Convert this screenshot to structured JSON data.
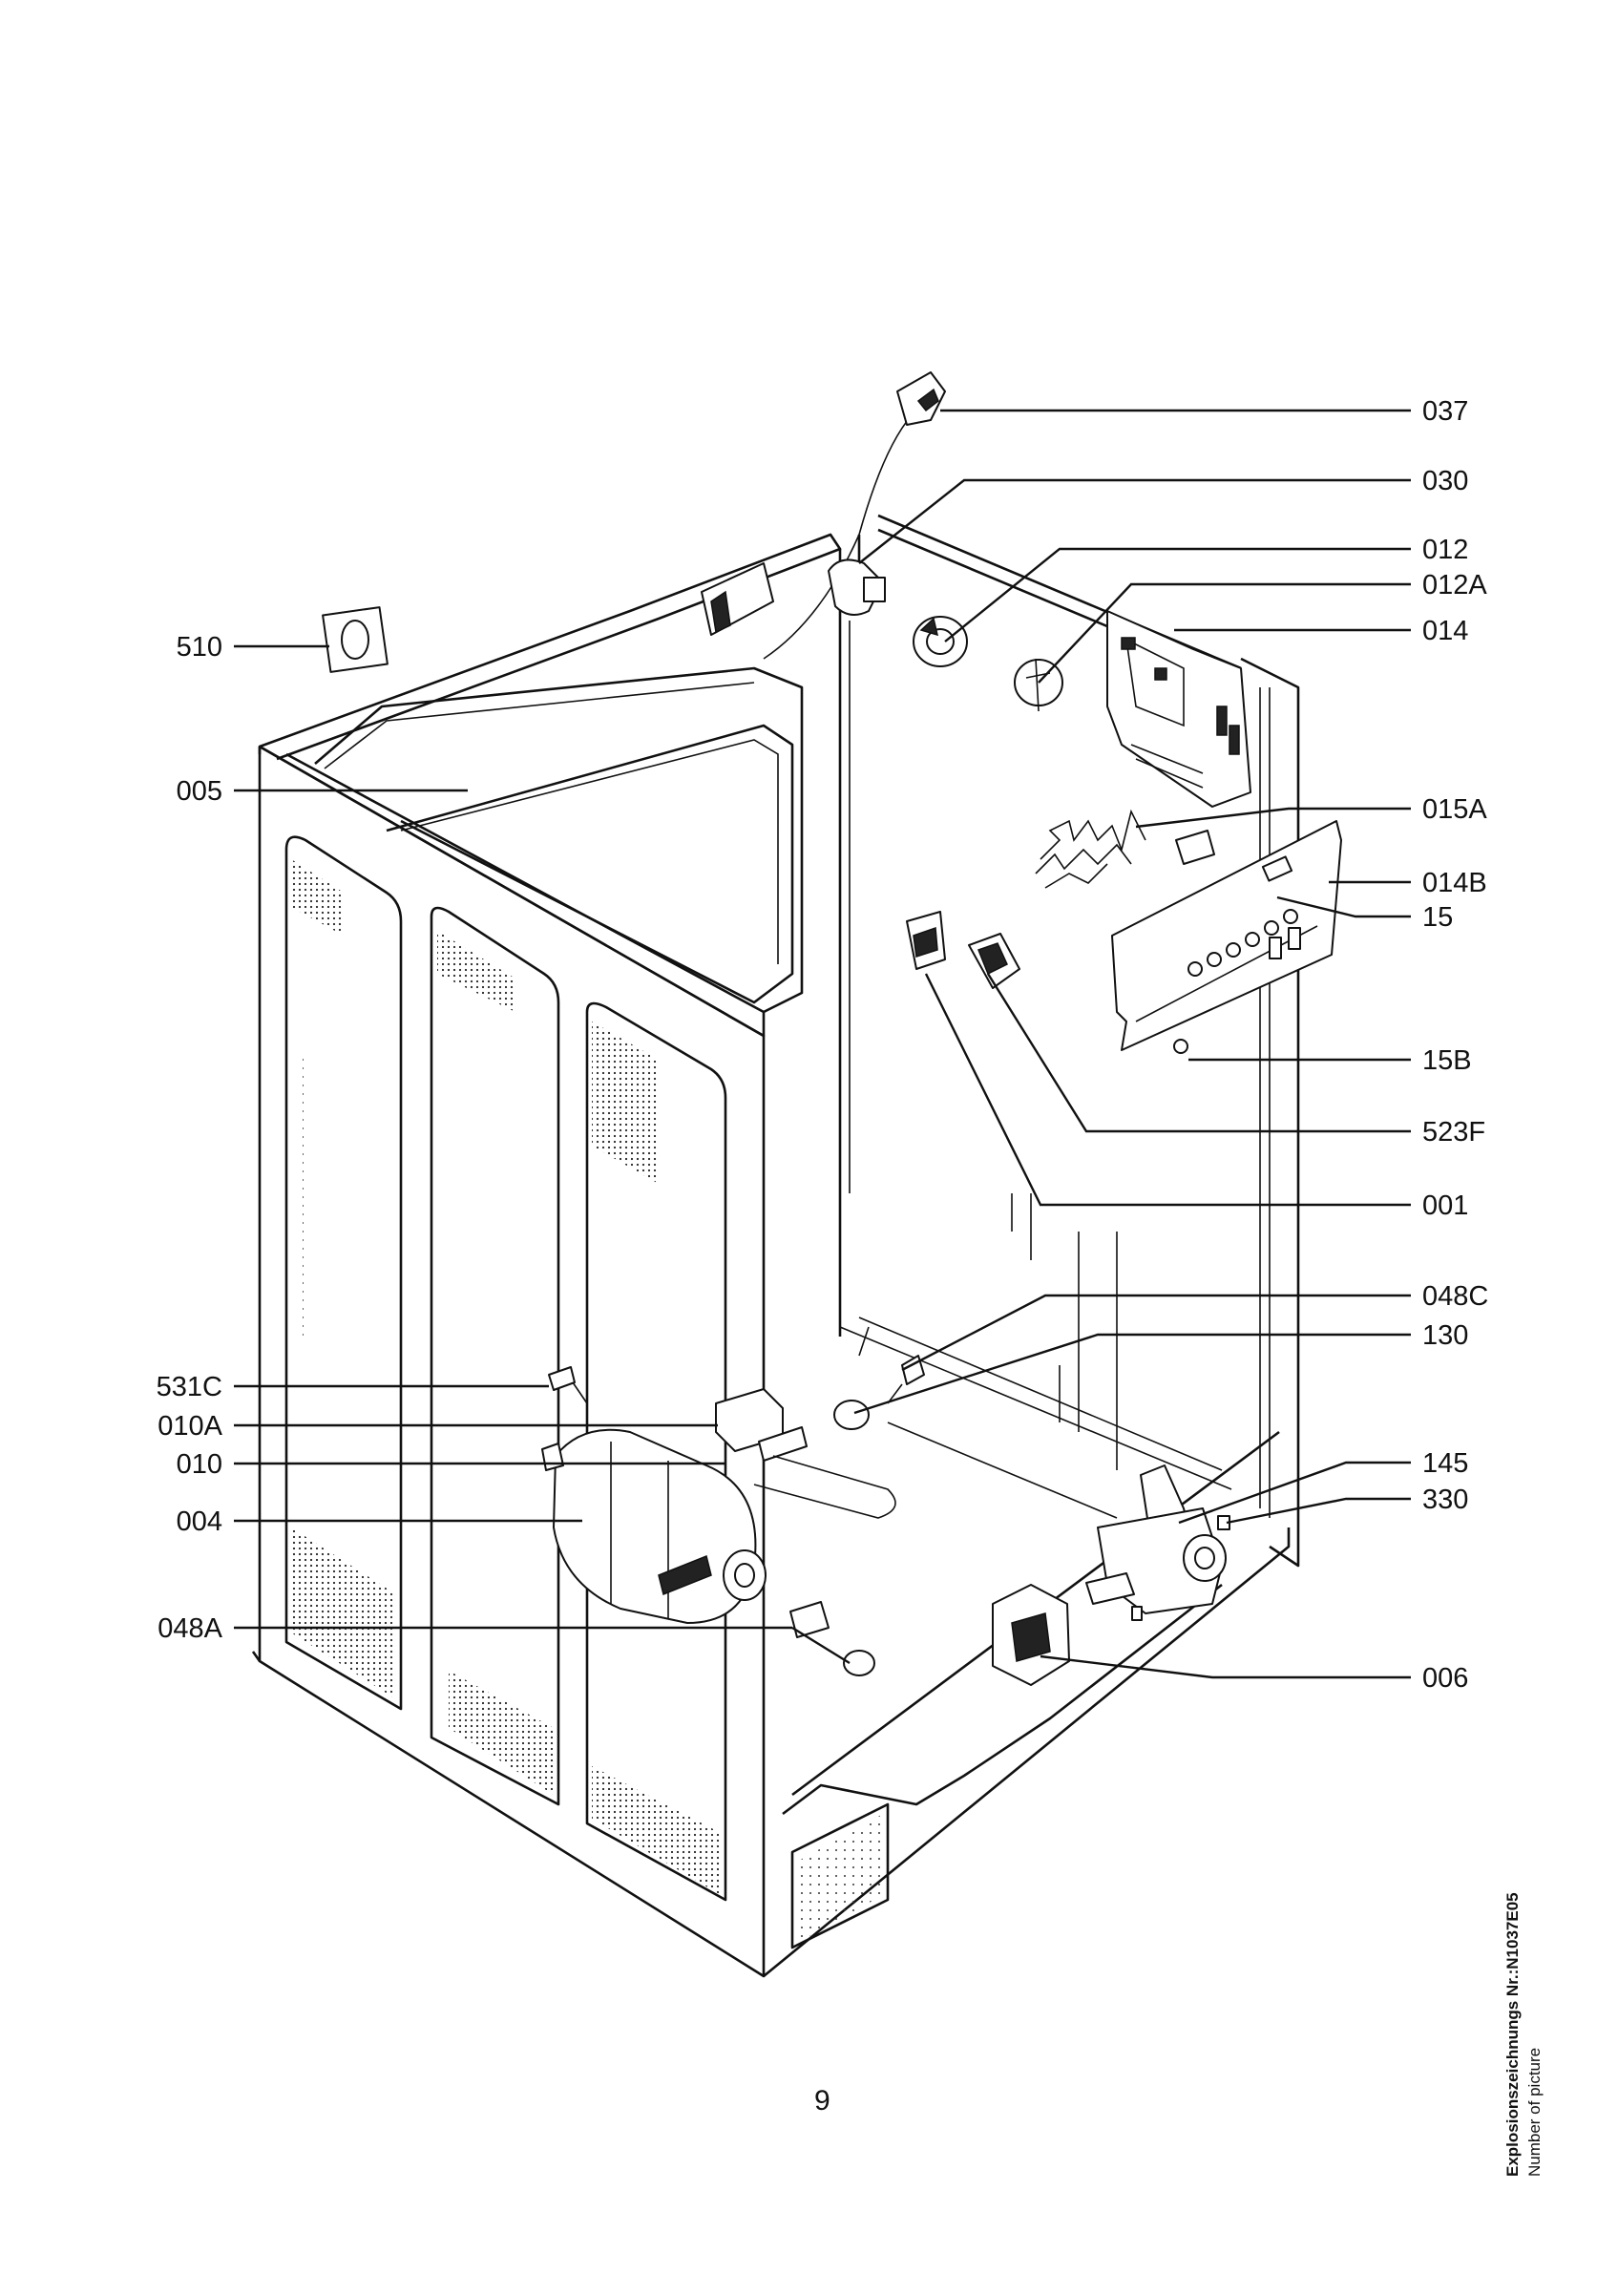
{
  "page_number": "9",
  "drawing_caption": {
    "title": "Explosionszeichnungs Nr.:N1037E05",
    "subtitle": "Number of picture"
  },
  "callouts_left": [
    "510",
    "005",
    "531C",
    "010A",
    "010",
    "004",
    "048A"
  ],
  "callouts_right": [
    "037",
    "030",
    "012",
    "012A",
    "014",
    "015A",
    "014B",
    "15",
    "15B",
    "523F",
    "001",
    "048C",
    "130",
    "145",
    "330",
    "006"
  ]
}
